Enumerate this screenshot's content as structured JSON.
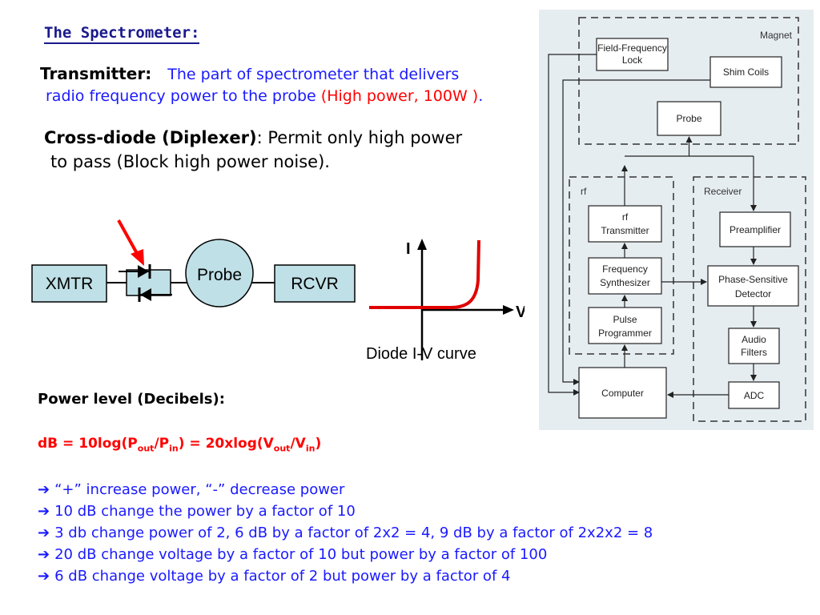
{
  "slide": {
    "title": "The Spectrometer:",
    "transmitter": {
      "term": "Transmitter:",
      "desc_line1": "The part of spectrometer that delivers",
      "desc_line2": "radio frequency power to the probe",
      "highlight": "(High power, 100W )",
      "end": "."
    },
    "cross_diode": {
      "term": "Cross-diode (Diplexer)",
      "colon": ": Permit only high power",
      "line2": "to pass (Block high power noise)."
    },
    "circuit": {
      "xmtr": "XMTR",
      "probe": "Probe",
      "rcvr": "RCVR"
    },
    "iv_curve": {
      "y_label": "I",
      "x_label": "V",
      "caption": "Diode I-V curve"
    },
    "power_level": {
      "heading": "Power level (Decibels):",
      "formula": {
        "p1": "dB = 10log(P",
        "s1": "out",
        "p2": "/P",
        "s2": "in",
        "p3": ") = 20xlog(V",
        "s3": "out",
        "p4": "/V",
        "s4": "in",
        "p5": ")"
      },
      "bullets": [
        "“+” increase power, “-” decrease power",
        "10 dB change the power by a factor of 10",
        "3 db change power of 2, 6 dB by a factor of 2x2 = 4, 9 dB by a factor of 2x2x2 = 8",
        "20 dB change voltage by a factor of 10 but power by a factor of 100",
        "6 dB change voltage by a factor of 2 but power by a factor of 4"
      ],
      "bullet_glyph": "➔"
    }
  },
  "block_diagram": {
    "groups": {
      "magnet": "Magnet",
      "rf": "rf",
      "receiver": "Receiver"
    },
    "blocks": {
      "field_frequency_lock_1": "Field-Frequency",
      "field_frequency_lock_2": "Lock",
      "shim_coils": "Shim Coils",
      "probe": "Probe",
      "rf_transmitter_1": "rf",
      "rf_transmitter_2": "Transmitter",
      "frequency_synthesizer_1": "Frequency",
      "frequency_synthesizer_2": "Synthesizer",
      "pulse_programmer_1": "Pulse",
      "pulse_programmer_2": "Programmer",
      "preamplifier": "Preamplifier",
      "phase_sensitive_detector_1": "Phase-Sensitive",
      "phase_sensitive_detector_2": "Detector",
      "audio_filters_1": "Audio",
      "audio_filters_2": "Filters",
      "adc": "ADC",
      "computer": "Computer"
    }
  },
  "colors": {
    "title": "#1a1a8c",
    "blue_text": "#1a1aff",
    "red_text": "#ff0000",
    "box_fill": "#bfe0e6",
    "panel_bg": "#e6edf1"
  }
}
